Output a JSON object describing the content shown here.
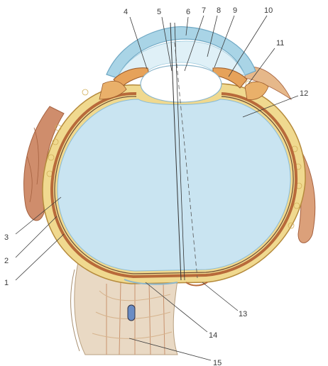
{
  "colors": {
    "vitreous": "#c9e4f1",
    "lens": "#ffffff",
    "cornea": "#a9d4e6",
    "sclera": "#f0d98f",
    "choroid": "#b86a3a",
    "muscle": "#cf8d6c",
    "fat": "#f2dc8e",
    "leader": "#3b3b3b"
  },
  "labels": [
    {
      "id": "1",
      "text": "1"
    },
    {
      "id": "2",
      "text": "2"
    },
    {
      "id": "3",
      "text": "3"
    },
    {
      "id": "4",
      "text": "4"
    },
    {
      "id": "5",
      "text": "5"
    },
    {
      "id": "6",
      "text": "6"
    },
    {
      "id": "7",
      "text": "7"
    },
    {
      "id": "8",
      "text": "8"
    },
    {
      "id": "9",
      "text": "9"
    },
    {
      "id": "10",
      "text": "10"
    },
    {
      "id": "11",
      "text": "11"
    },
    {
      "id": "12",
      "text": "12"
    },
    {
      "id": "13",
      "text": "13"
    },
    {
      "id": "14",
      "text": "14"
    },
    {
      "id": "15",
      "text": "15"
    }
  ]
}
